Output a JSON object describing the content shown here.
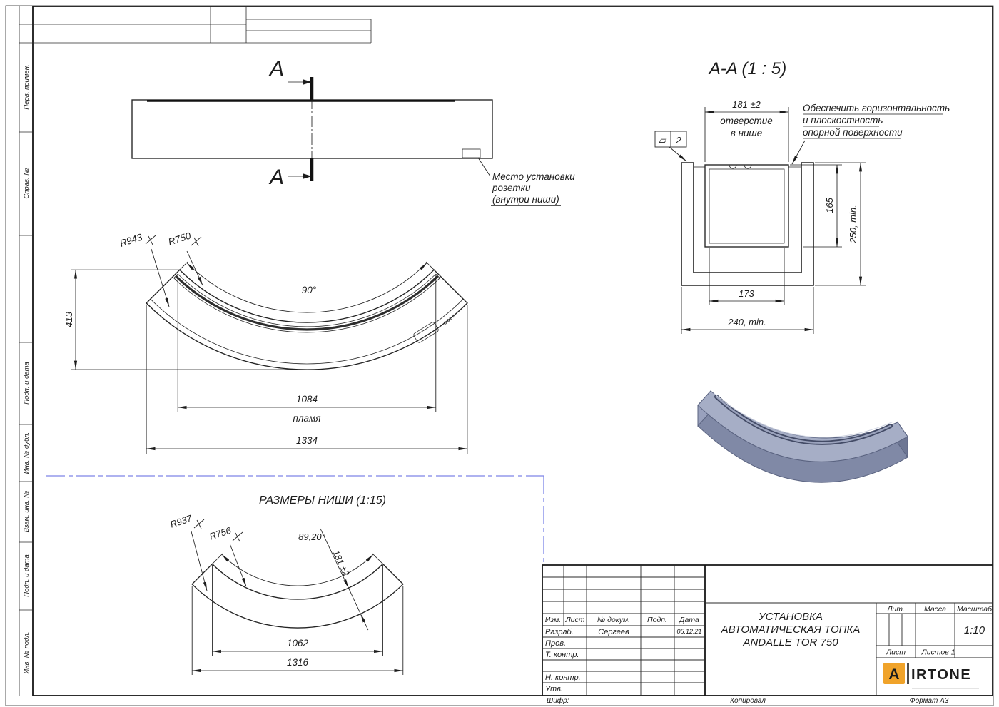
{
  "colors": {
    "line": "#232323",
    "dash_blue": "#7d85e8",
    "logo_orange": "#f0a32a",
    "iso_top": "#a6aec6",
    "iso_front": "#8089a6",
    "iso_end": "#6d7693",
    "iso_slot": "#434b66"
  },
  "margin": {
    "labels": [
      "Перв. примен.",
      "Справ. №",
      "Подп. и дата",
      "Инв. № дубл.",
      "Взам. инв. №",
      "Подп. и дата",
      "Инв. № подл."
    ]
  },
  "side_view": {
    "section_letter": "A",
    "socket_note": [
      "Место установки",
      "розетки",
      "(внутри ниши)"
    ]
  },
  "section_aa": {
    "title": "A-A (1 : 5)",
    "dim_opening": "181 ±2",
    "opening_note_1": "отверстие",
    "opening_note_2": "в нише",
    "flatness_symbol": "▱",
    "flatness_value": "2",
    "surface_note": [
      "Обеспечить горизонтальность",
      "и плоскостность",
      "опорной поверхности"
    ],
    "dim_insert_depth": "165",
    "dim_niche_depth": "250, min.",
    "dim_insert_width": "173",
    "dim_niche_width": "240, min."
  },
  "plan_view": {
    "dim_radius_outer": "R943",
    "dim_radius_inner": "R750",
    "dim_angle": "90°",
    "dim_height": "413",
    "dim_flame": "1084",
    "flame_label": "пламя",
    "dim_overall": "1334"
  },
  "niche_view": {
    "title": "РАЗМЕРЫ НИШИ (1:15)",
    "dim_radius_outer": "R937",
    "dim_radius_inner": "R756",
    "dim_angle": "89,20°",
    "dim_band": "181 ±2",
    "dim_inner": "1062",
    "dim_overall": "1316"
  },
  "title_block": {
    "cols": [
      "Изм.",
      "Лист",
      "№ докум.",
      "Подп.",
      "Дата"
    ],
    "row_labels": [
      "Разраб.",
      "Пров.",
      "Т. контр.",
      "Н. контр.",
      "Утв."
    ],
    "developer_name": "Сергеев",
    "date": "05.12.21",
    "doc_title": [
      "УСТАНОВКА",
      "АВТОМАТИЧЕСКАЯ ТОПКА",
      "ANDALLE TOR 750"
    ],
    "lit_label": "Лит.",
    "mass_label": "Масса",
    "scale_label": "Масштаб",
    "scale_value": "1:10",
    "sheet_label": "Лист",
    "sheets_label": "Листов 1",
    "cipher_label": "Шифр:",
    "copied_label": "Копировал",
    "format_label": "Формат А3",
    "logo_letter": "A",
    "logo_word": "IRTONE"
  }
}
